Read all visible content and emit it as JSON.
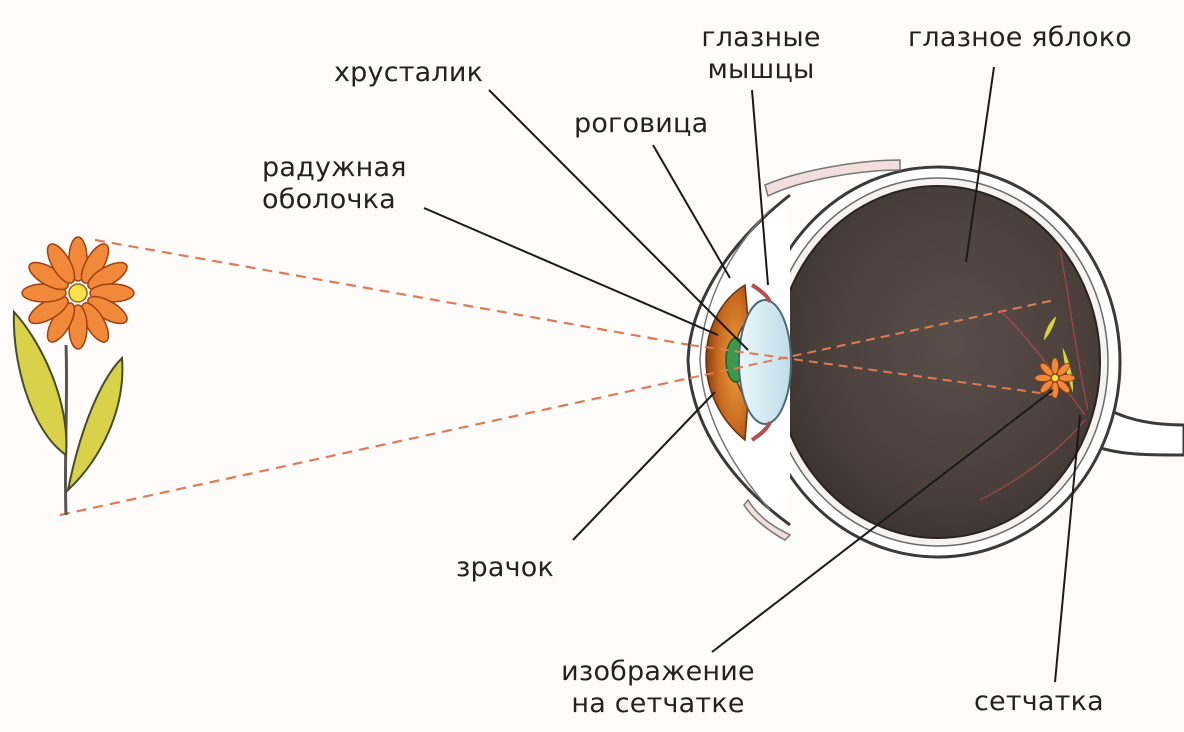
{
  "labels": {
    "lens": "хрусталик",
    "eye_muscles_1": "глазные",
    "eye_muscles_2": "мышцы",
    "eyeball": "глазное яблоко",
    "cornea": "роговица",
    "iris_1": "радужная",
    "iris_2": "оболочка",
    "pupil": "зрачок",
    "image_1": "изображение",
    "image_2": "на сетчатке",
    "retina": "сетчатка"
  },
  "colors": {
    "eyeball_dark": "#4a3f3b",
    "sclera": "#ffffff",
    "outline": "#3a3a3a",
    "ray": "#e07a55",
    "petal": "#f08a3a",
    "flower_center": "#f7e24a",
    "leaf": "#d8d24a",
    "lens": "#d9ecf2",
    "iris": "#c86a20"
  }
}
